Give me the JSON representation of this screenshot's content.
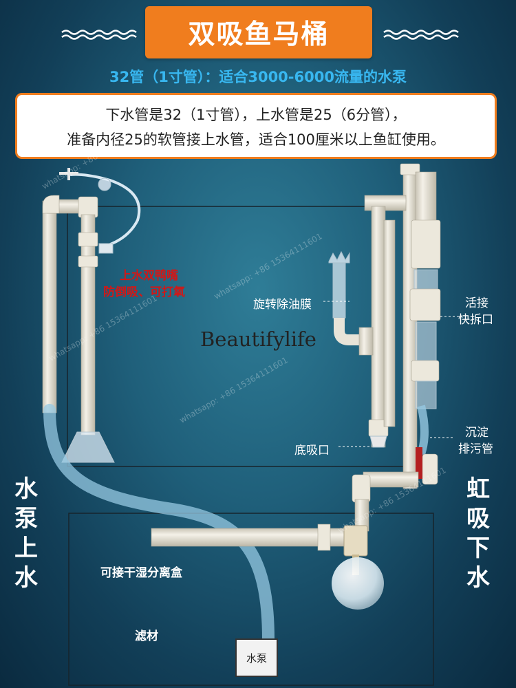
{
  "title": "双吸鱼马桶",
  "subtitle": "32管（1寸管）：适合3000-6000流量的水泵",
  "info": {
    "line1": "下水管是32（1寸管），上水管是25（6分管），",
    "line2": "准备内径25的软管接上水管，适合100厘米以上鱼缸使用。"
  },
  "labels": {
    "dual_duck": "上水双鸭嘴",
    "anti_back": "防倒吸、可打氧",
    "rotary_skimmer": "旋转除油膜",
    "live_joint_1": "活接",
    "live_joint_2": "快拆口",
    "bottom_suction": "底吸口",
    "sediment_1": "沉淀",
    "sediment_2": "排污管",
    "dry_wet": "可接干湿分离盒",
    "filter_media": "滤材",
    "pump": "水泵"
  },
  "left_vertical": [
    "水",
    "泵",
    "上",
    "水"
  ],
  "right_vertical": [
    "虹",
    "吸",
    "下",
    "水"
  ],
  "brand": "Beautifylife",
  "watermark": "whatsapp: +86 15364111601",
  "colors": {
    "accent": "#f07d1e",
    "subtitle": "#38b7f0",
    "pipe": "#e8e4d8",
    "warning": "#d01818"
  },
  "icons": [
    "wave-divider-icon",
    "pipe-diagram",
    "float-ball-icon"
  ]
}
